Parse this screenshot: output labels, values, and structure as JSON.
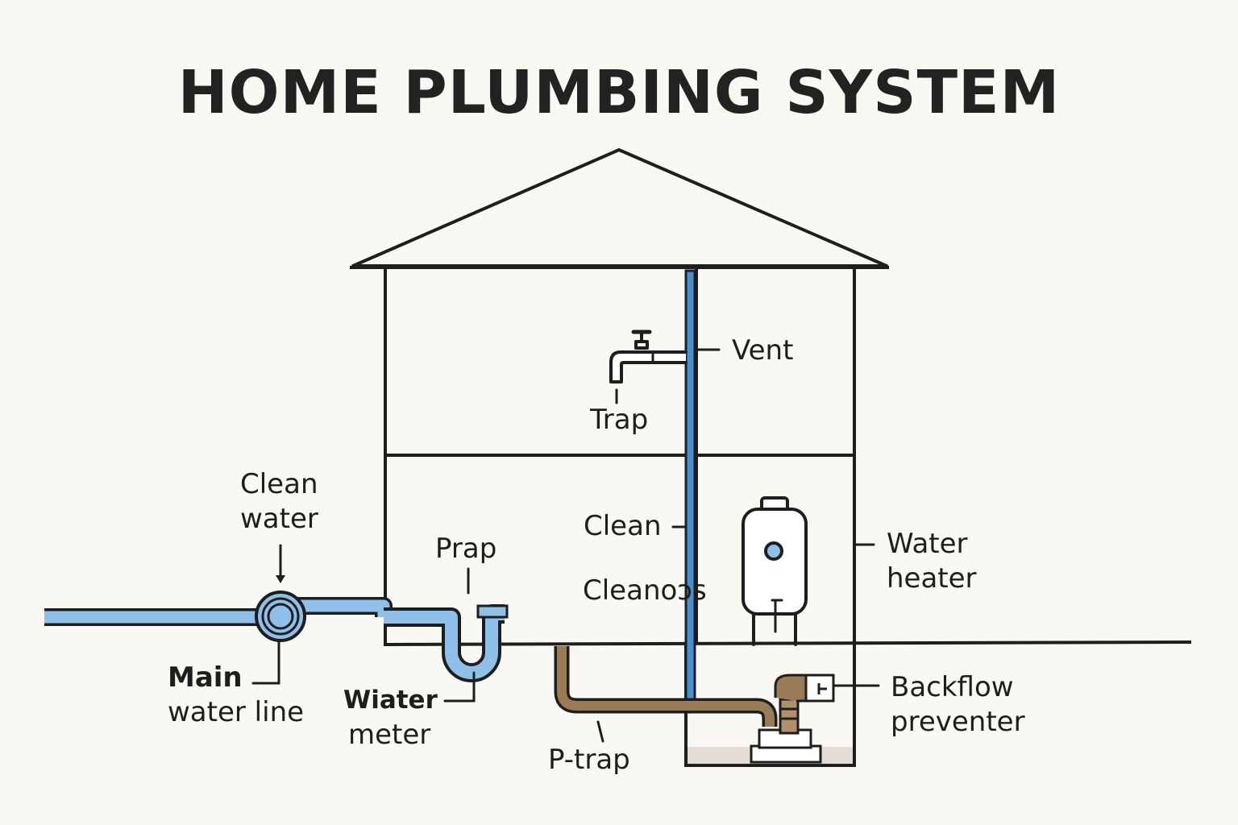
{
  "title": "HOME PLUMBING SYSTEM",
  "colors": {
    "background": "#faf8f3",
    "outline": "#1e1e1e",
    "water_pipe": "#8fc0ea",
    "water_pipe_dark": "#4a8fd0",
    "drain_pipe": "#9a7a57",
    "drain_pipe_light": "#b0916b",
    "fixture": "#ffffff"
  },
  "labels": {
    "clean_water": [
      "Clean",
      "water"
    ],
    "main_water_line": [
      "Main",
      "water line"
    ],
    "prap": "Prap",
    "water_meter": [
      "Wiater",
      "meter"
    ],
    "vent": "Vent",
    "trap": "Trap",
    "clean": "Clean",
    "cleanouts": "Cleanoↄs",
    "water_heater": [
      "Water",
      "heater"
    ],
    "backflow_preventer": [
      "Backflow",
      "preventer"
    ],
    "p_trap": "P-trap"
  }
}
